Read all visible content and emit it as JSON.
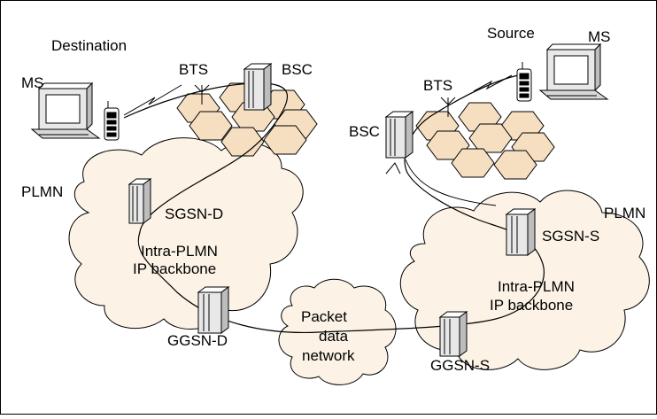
{
  "labels": {
    "destination": "Destination",
    "source": "Source",
    "ms_left": "MS",
    "ms_right": "MS",
    "bts_left": "BTS",
    "bts_right": "BTS",
    "bsc_left": "BSC",
    "bsc_right": "BSC",
    "plmn_left": "PLMN",
    "plmn_right": "PLMN",
    "sgsn_d": "SGSN-D",
    "sgsn_s": "SGSN-S",
    "ggsn_d": "GGSN-D",
    "ggsn_s": "GGSN-S",
    "backbone_left_1": "Intra-PLMN",
    "backbone_left_2": "IP backbone",
    "backbone_right_1": "Intra-PLMN",
    "backbone_right_2": "IP backbone",
    "pdn_1": "Packet",
    "pdn_2": "data",
    "pdn_3": "network"
  },
  "colors": {
    "cloud_fill": "#fcf3e6",
    "cell_fill": "#f5dfc0",
    "equipment_fill": "#e8e8e8",
    "line": "#000000"
  }
}
